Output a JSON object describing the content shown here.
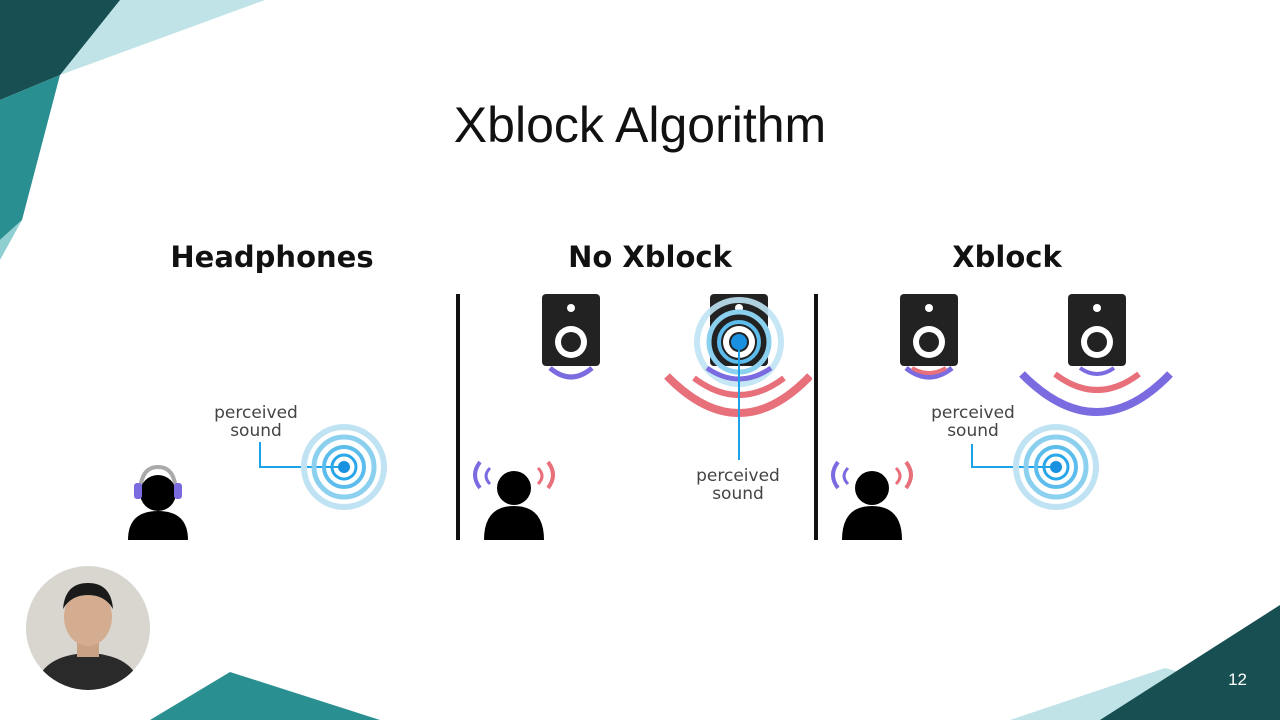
{
  "slide": {
    "title": "Xblock Algorithm",
    "page_number": "12"
  },
  "diagram": {
    "panels": [
      {
        "heading": "Headphones",
        "label_line1": "perceived",
        "label_line2": "sound"
      },
      {
        "heading": "No Xblock",
        "label_line1": "perceived",
        "label_line2": "sound"
      },
      {
        "heading": "Xblock",
        "label_line1": "perceived",
        "label_line2": "sound"
      }
    ]
  },
  "colors": {
    "teal_dark": "#1f6b6b",
    "teal_light": "#bfe3e6",
    "sound_blue": "#1aa3e8",
    "wave_purple": "#7b6be0",
    "wave_red": "#e8707a"
  }
}
